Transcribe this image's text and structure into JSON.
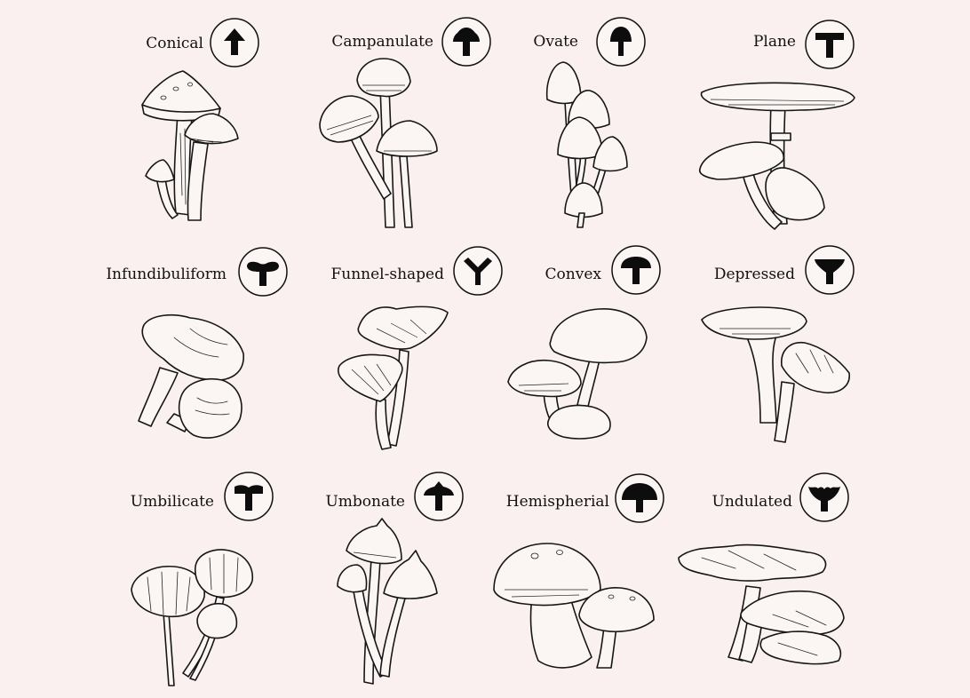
{
  "shapes": [
    {
      "id": "conical",
      "label": "Conical",
      "icon": "conical-cap-icon"
    },
    {
      "id": "campanulate",
      "label": "Campanulate",
      "icon": "campanulate-cap-icon"
    },
    {
      "id": "ovate",
      "label": "Ovate",
      "icon": "ovate-cap-icon"
    },
    {
      "id": "plane",
      "label": "Plane",
      "icon": "plane-cap-icon"
    },
    {
      "id": "infundibuliform",
      "label": "Infundibuliform",
      "icon": "infundibuliform-cap-icon"
    },
    {
      "id": "funnel",
      "label": "Funnel-shaped",
      "icon": "funnel-cap-icon"
    },
    {
      "id": "convex",
      "label": "Convex",
      "icon": "convex-cap-icon"
    },
    {
      "id": "depressed",
      "label": "Depressed",
      "icon": "depressed-cap-icon"
    },
    {
      "id": "umbilicate",
      "label": "Umbilicate",
      "icon": "umbilicate-cap-icon"
    },
    {
      "id": "umbonate",
      "label": "Umbonate",
      "icon": "umbonate-cap-icon"
    },
    {
      "id": "hemispherial",
      "label": "Hemispherial",
      "icon": "hemispherial-cap-icon"
    },
    {
      "id": "undulated",
      "label": "Undulated",
      "icon": "undulated-cap-icon"
    }
  ],
  "colors": {
    "background": "#faf0ef",
    "ink": "#111111",
    "paper": "#fbf6f4"
  }
}
